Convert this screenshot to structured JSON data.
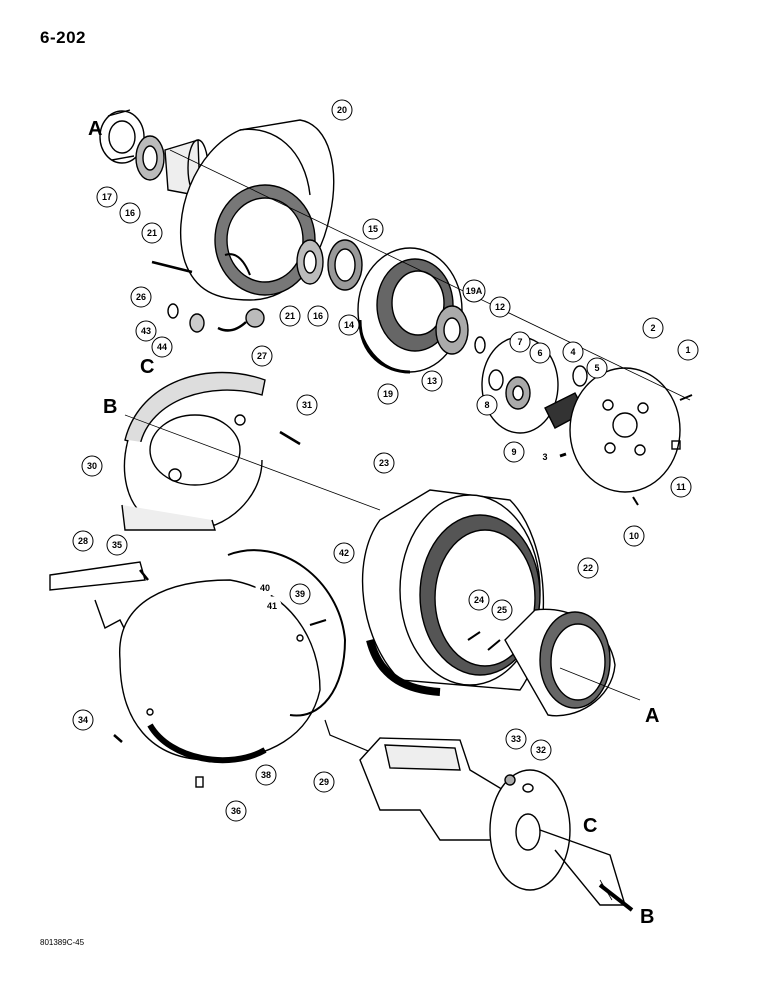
{
  "page": {
    "number": "6-202",
    "figure_code": "801389C-45"
  },
  "callouts": [
    "1",
    "2",
    "3",
    "4",
    "5",
    "6",
    "7",
    "8",
    "9",
    "10",
    "11",
    "12",
    "13",
    "14",
    "15",
    "16",
    "16",
    "17",
    "19",
    "19A",
    "20",
    "21",
    "21",
    "22",
    "23",
    "24",
    "25",
    "26",
    "27",
    "28",
    "29",
    "30",
    "31",
    "32",
    "33",
    "34",
    "35",
    "36",
    "38",
    "39",
    "40",
    "41",
    "42",
    "43",
    "44"
  ],
  "reference_letters": [
    "A",
    "A",
    "B",
    "B",
    "C",
    "C"
  ]
}
